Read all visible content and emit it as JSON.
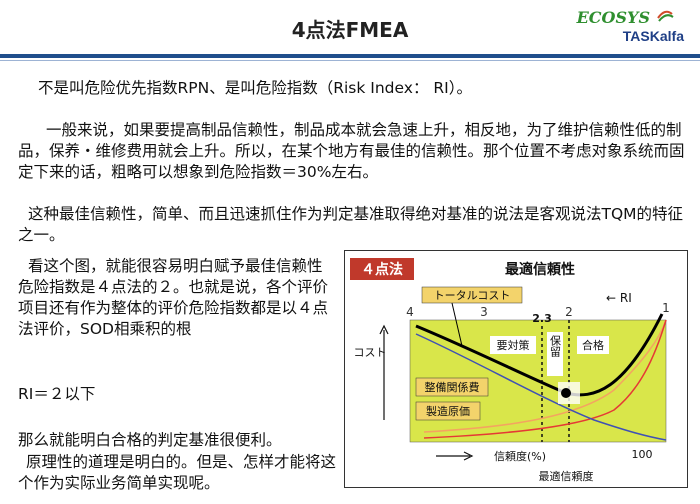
{
  "slide": {
    "title": "4点法FMEA",
    "logo_top": "ECOSYS",
    "logo_bottom": "TASKalfa"
  },
  "body": {
    "line1": "不是叫危险优先指数RPN、是叫危险指数（Risk Index： RI）。",
    "para2": "一般来说，如果要提高制品信赖性，制品成本就会急速上升，相反地，为了维护信赖性低的制品，保养・维修费用就会上升。所以，在某个地方有最佳的信赖性。那个位置不考虑对象系统而固定下来的话，粗略可以想象到危险指数＝30%左右。",
    "para3": "这种最佳信赖性，简单、而且迅速抓住作为判定基准取得绝对基准的说法是客观说法TQM的特征之一。",
    "para4": "看这个图，就能很容易明白赋予最佳信赖性危险指数是４点法的２。也就是说，各个评价项目还有作为整体的评价危险指数都是以４点法评价，SOD相乘积的根",
    "ri": "RI＝２以下",
    "para6": "那么就能明白合格的判定基准很便利。",
    "para7": "原理性的道理是明白的。但是、怎样才能将这个作为实际业务简单实现呢。"
  },
  "chart_data": {
    "type": "line",
    "badge": "４点法",
    "title": "最適信頼性",
    "xlabel": "信頼度(%)",
    "xlabel_bottom": "最適信頼度",
    "ylabel": "コスト",
    "xmax_label": "100",
    "scale_labels": [
      "4",
      "3",
      "2.3",
      "2",
      "1"
    ],
    "ri_label": "← RI",
    "total_cost_label": "トータルコスト",
    "region_labels": [
      "要対策",
      "保留",
      "合格"
    ],
    "series": [
      {
        "name": "トータルコスト",
        "color": "#000000"
      },
      {
        "name": "整備関係費",
        "color": "#3f51b5"
      },
      {
        "name": "製造原価",
        "color": "#e53935"
      }
    ],
    "colors": {
      "plot_bg": "#d9e64a",
      "ri_curve": "#f4a460",
      "badge_bg": "#c0392b",
      "label_bg": "#f3d36b"
    }
  }
}
